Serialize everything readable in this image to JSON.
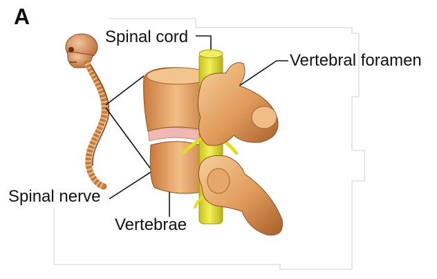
{
  "figure": {
    "panel_letter": "A",
    "labels": {
      "spinal_cord": "Spinal cord",
      "vertebral_foramen": "Vertebral foramen",
      "spinal_nerve": "Spinal nerve",
      "vertebrae": "Vertebrae"
    },
    "colors": {
      "bone": "#e0a060",
      "bone_dark": "#a85f2c",
      "bone_light": "#f3c58e",
      "disc": "#f0b8b0",
      "spinal_cord": "#e6e02a",
      "spinal_cord_dark": "#b9b214",
      "leader_line": "#111111"
    }
  }
}
